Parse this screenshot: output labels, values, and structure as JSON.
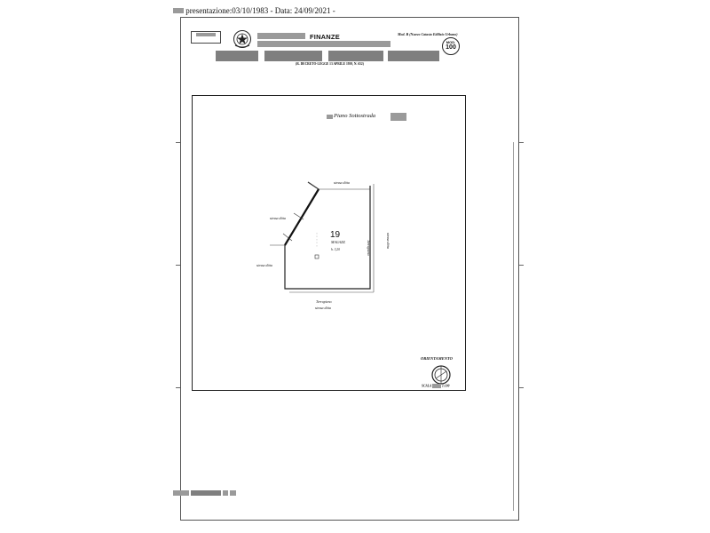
{
  "header": {
    "presentation_label": "presentazione:03/10/1983",
    "separator": "-",
    "date_label": "Data: 24/09/2021",
    "trailing": "-"
  },
  "form": {
    "ministry": "FINANZE",
    "model_note": "Mod. B (Nuovo Catasto Edilizio Urbano)",
    "decree": "(R. DECRETO-LEGGE 13 APRILE 1939, N. 652)",
    "badge_label": "MOD.",
    "badge_number": "100"
  },
  "plan": {
    "floor_title": "Piano Sottostrada",
    "room_number": "19",
    "room_name": "MAGAZZ.",
    "room_height": "h. 3,20",
    "labels": {
      "top": "stessa ditta",
      "left_upper": "stessa ditta",
      "left_lower": "stessa ditta",
      "right_a": "Terrapieno",
      "right_b": "stessa ditta",
      "bottom_a": "Terrapieno",
      "bottom_b": "stessa ditta"
    }
  },
  "orientation": {
    "title": "ORIENTAMENTO",
    "scale_label": "SCALA",
    "scale_value": "1:100"
  },
  "colors": {
    "redaction": "#9a9a9a",
    "ink": "#111111"
  }
}
